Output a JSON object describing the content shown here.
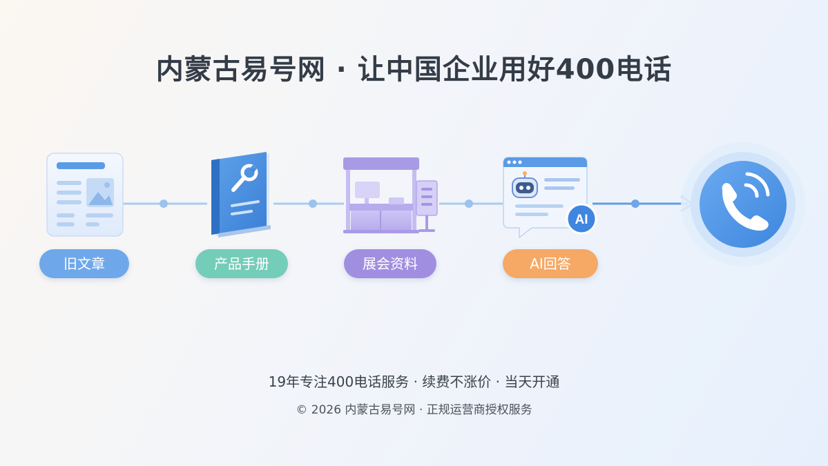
{
  "title": "内蒙古易号网 · 让中国企业用好400电话",
  "steps": [
    {
      "label": "旧文章",
      "icon": "document-icon"
    },
    {
      "label": "产品手册",
      "icon": "manual-book-icon"
    },
    {
      "label": "展会资料",
      "icon": "exhibition-booth-icon"
    },
    {
      "label": "AI回答",
      "icon": "ai-chat-robot-icon"
    }
  ],
  "ai_badge": "AI",
  "target_icon": "phone-call-icon",
  "footer": {
    "tagline": "19年专注400电话服务 · 续费不涨价 · 当天开通",
    "copyright": "© 2026 内蒙古易号网 · 正规运营商授权服务"
  },
  "colors": {
    "blue": "#6fa8ea",
    "teal": "#74cdb8",
    "purple": "#a08fe0",
    "orange": "#f6a865",
    "phone": "#4f95e6"
  }
}
